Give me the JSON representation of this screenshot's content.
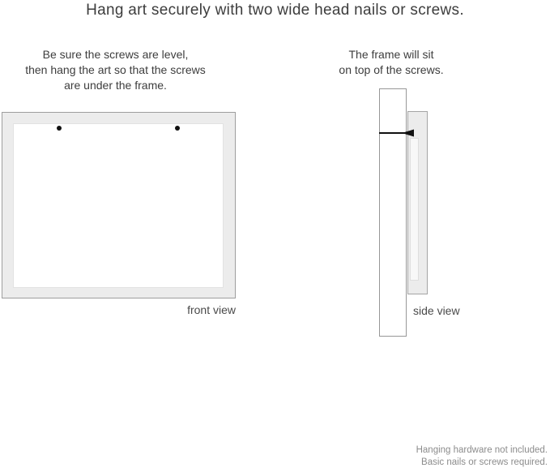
{
  "header": {
    "title": "Hang art securely with two wide head nails or screws."
  },
  "instructions": {
    "left_lines": [
      "Be sure the screws are level,",
      "then hang the art so that the screws",
      "are under the frame."
    ],
    "right_lines": [
      "The frame will sit",
      "on top of the screws."
    ]
  },
  "diagrams": {
    "front": {
      "label": "front view",
      "screw_count": 2
    },
    "side": {
      "label": "side view"
    }
  },
  "footer": {
    "lines": [
      "Hanging hardware not included.",
      "Basic nails or screws required."
    ]
  },
  "icons": {
    "screw_dot": "screw-dot-icon",
    "nail": "nail-icon"
  },
  "colors": {
    "background": "#ffffff",
    "frame_fill": "#ececec",
    "frame_border": "#9e9e9e",
    "art_fill": "#ffffff",
    "nail": "#111111",
    "text": "#3d3d3d",
    "label_text": "#4a4a4a",
    "footer_text": "#8c8c8c"
  }
}
